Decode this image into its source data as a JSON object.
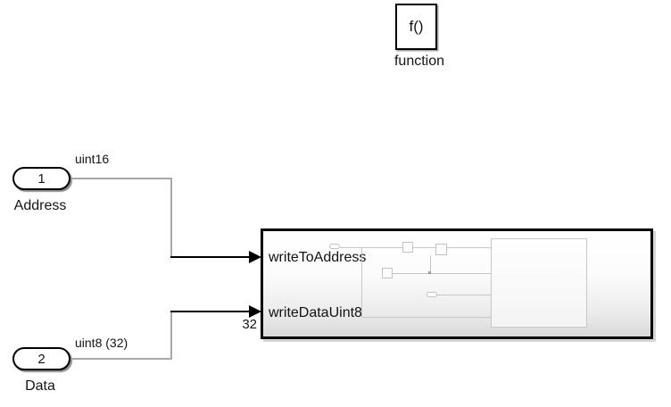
{
  "function_block": {
    "glyph": "f()",
    "label": "function"
  },
  "inports": [
    {
      "number": "1",
      "name": "Address",
      "signal_label": "uint16"
    },
    {
      "number": "2",
      "name": "Data",
      "signal_label": "uint8 (32)"
    }
  ],
  "subsystem": {
    "input_ports": [
      {
        "label": "writeToAddress"
      },
      {
        "label": "writeDataUint8"
      }
    ],
    "width_annotation": "32"
  },
  "colors": {
    "background": "#ffffff",
    "block_border": "#000000",
    "wire_gray": "#a8a8a8",
    "wire_black": "#000000",
    "preview_gray": "#c4c7ca",
    "text": "#141414"
  }
}
